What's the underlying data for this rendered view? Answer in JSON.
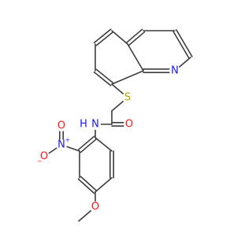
{
  "molecule": {
    "bond_color": "#3d3d3d",
    "atoms": [
      {
        "id": "n_quinoline",
        "text": "N",
        "color": "#1a1aff"
      },
      {
        "id": "s_thioether",
        "text": "S",
        "color": "#b3a300"
      },
      {
        "id": "o_carbonyl",
        "text": "O",
        "color": "#ff1a1a"
      },
      {
        "id": "n_amide",
        "text": "N",
        "color": "#1a1aff"
      },
      {
        "id": "h_amide",
        "text": "H",
        "color": "#1a1aff"
      },
      {
        "id": "n_nitro",
        "text": "N",
        "color": "#1a1aff"
      },
      {
        "id": "o_nitro_double",
        "text": "O",
        "color": "#ff1a1a"
      },
      {
        "id": "o_nitro_minus",
        "text": "O",
        "color": "#ff1a1a"
      },
      {
        "id": "o_methoxy",
        "text": "O",
        "color": "#ff1a1a"
      }
    ],
    "charges": [
      {
        "id": "nitro_plus",
        "text": "+",
        "color": "#1a1aff"
      },
      {
        "id": "nitro_minus",
        "text": "−",
        "color": "#ff1a1a"
      }
    ]
  }
}
